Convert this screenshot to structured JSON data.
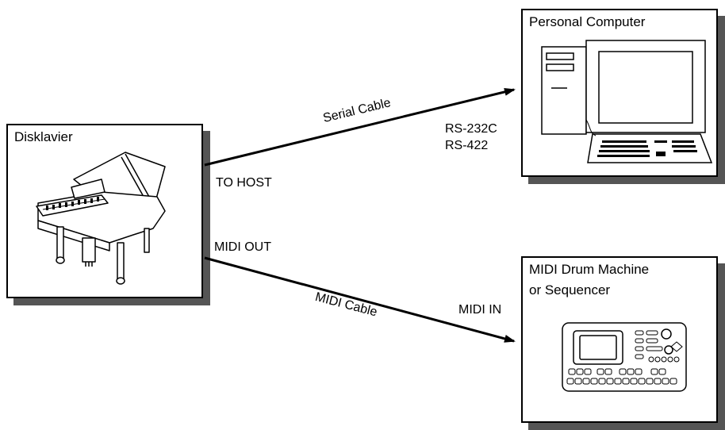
{
  "disklavier": {
    "title": "Disklavier"
  },
  "computer": {
    "title": "Personal Computer"
  },
  "drum": {
    "title_line1": "MIDI Drum Machine",
    "title_line2": "or Sequencer"
  },
  "ports": {
    "to_host": "TO HOST",
    "midi_out": "MIDI OUT",
    "rs232c": "RS-232C",
    "rs422": "RS-422",
    "midi_in": "MIDI IN"
  },
  "cables": {
    "serial": "Serial Cable",
    "midi": "MIDI Cable"
  },
  "icons": {
    "piano": "grand-piano-icon",
    "computer": "desktop-computer-icon",
    "drum": "drum-machine-icon"
  }
}
